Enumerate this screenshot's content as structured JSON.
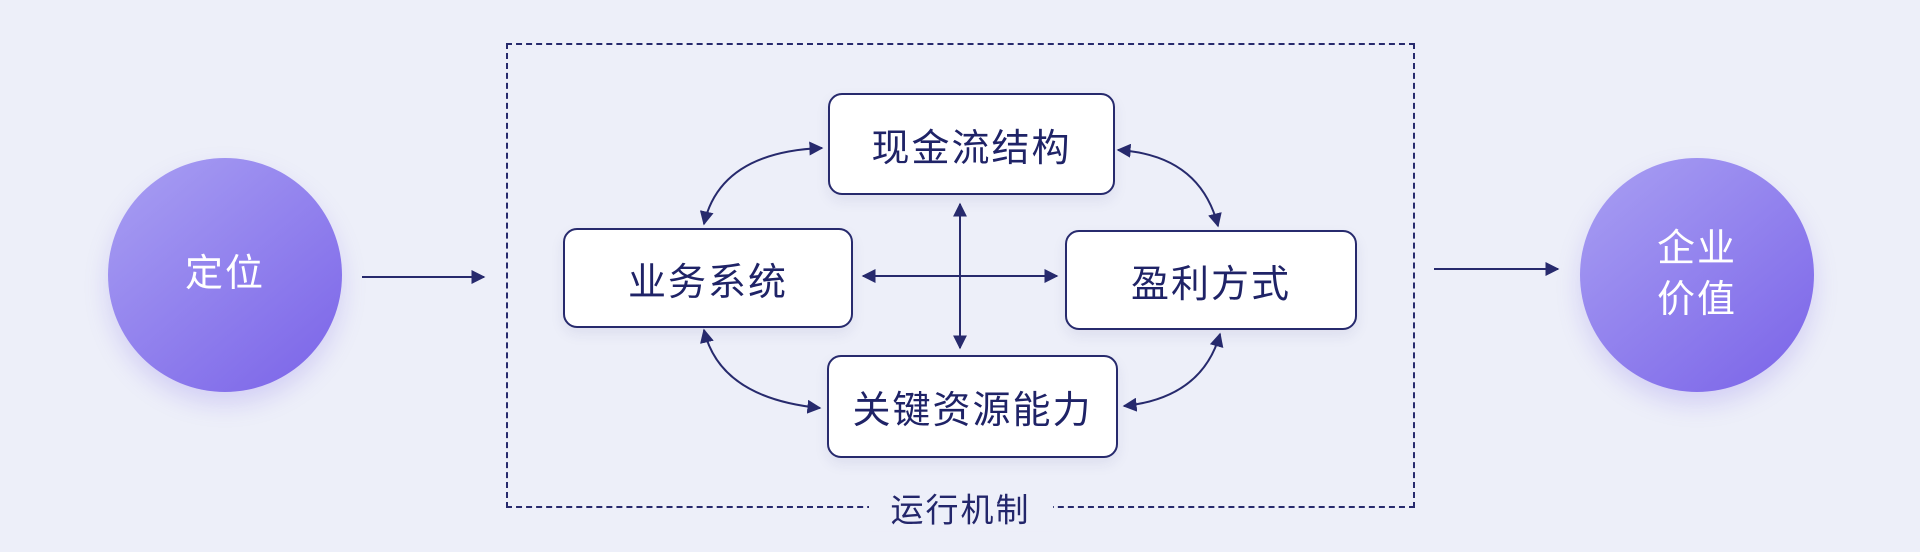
{
  "colors": {
    "background": "#EDEFF9",
    "stroke": "#272A6D",
    "box_border": "#272A6D",
    "box_fill": "#FFFFFF",
    "box_text": "#1F2367",
    "group_label_text": "#23266B",
    "circle_text": "#FFFFFF",
    "circle_gradient_start": "#A9A0F3",
    "circle_gradient_end": "#7A63E8"
  },
  "circles": {
    "positioning": {
      "label": "定位"
    },
    "enterprise_value": {
      "lines": [
        "企业",
        "价值"
      ]
    }
  },
  "mechanism": {
    "group_label": "运行机制",
    "boxes": {
      "cash_flow": "现金流结构",
      "business_system": "业务系统",
      "profit_model": "盈利方式",
      "key_resources": "关键资源能力"
    }
  }
}
